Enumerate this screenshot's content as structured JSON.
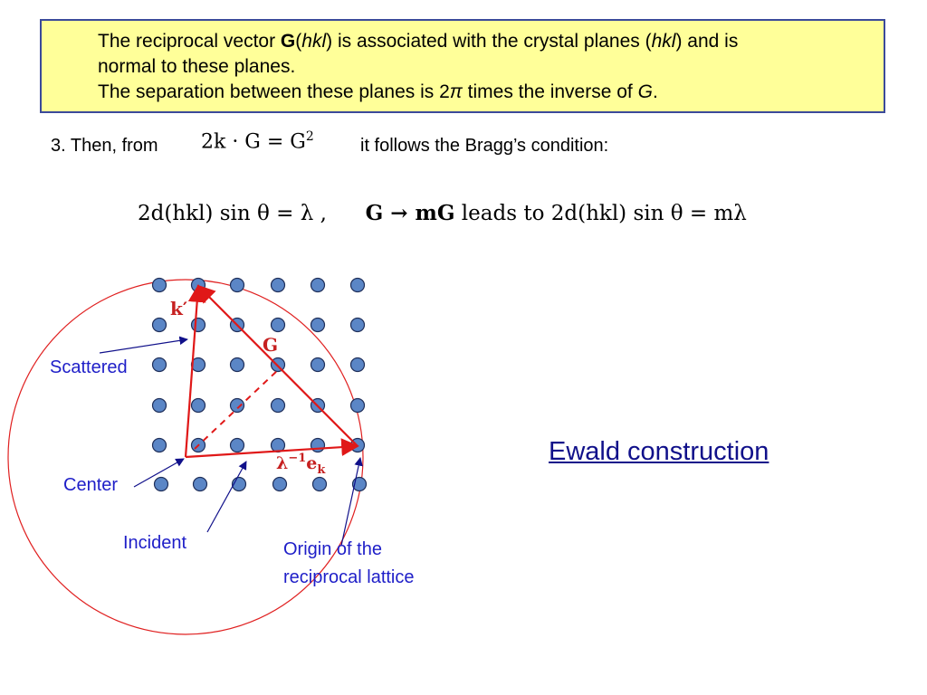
{
  "info_box": {
    "l1_a": "The reciprocal vector ",
    "l1_G": "G",
    "l1_b": "(",
    "l1_hkl": "hkl",
    "l1_c": ") is associated with the crystal planes (",
    "l1_hkl2": "hkl",
    "l1_d": ") and is",
    "l2": "normal to these planes.",
    "l3_a": "The separation between these planes is 2",
    "l3_pi": "π",
    "l3_b": " times the inverse of ",
    "l3_G": "G",
    "l3_c": "."
  },
  "step3": {
    "prefix": "3. Then, from",
    "eq_k": "2k · G = G",
    "eq_sup": "2",
    "suffix": "it follows the Bragg’s condition:"
  },
  "bragg": {
    "part1": "2d(hkl) sin θ = λ ,",
    "part2": "G → mG",
    "part3": " leads to ",
    "part4": "2d(hkl) sin θ = mλ"
  },
  "diagram": {
    "vector_k_prime": "k′",
    "vector_G": "G",
    "vector_incident": "λ",
    "vector_incident_sup": "−1",
    "vector_incident_e": "e",
    "vector_incident_sub": "k",
    "labels": {
      "scattered": "Scattered",
      "center": "Center",
      "incident": "Incident",
      "origin_l1": "Origin of the",
      "origin_l2": "reciprocal lattice"
    },
    "colors": {
      "vector": "#e01818",
      "circle": "#e02020",
      "lattice_fill": "#5b86c6",
      "lattice_stroke": "#1f2f5a",
      "label": "#1e1ec8"
    }
  },
  "ewald_title": "Ewald construction"
}
